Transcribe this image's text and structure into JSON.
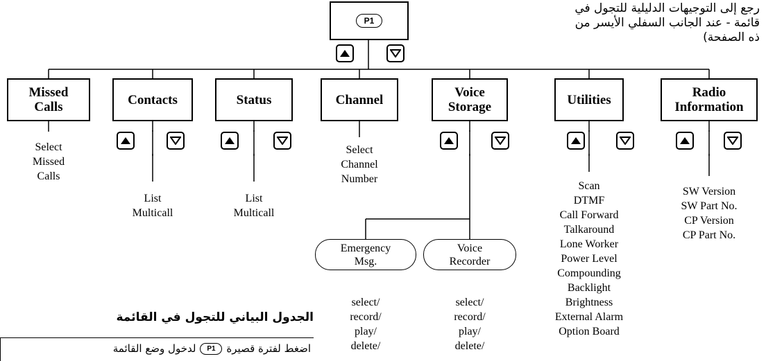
{
  "top_key": {
    "label": "P1"
  },
  "top_instructions": {
    "lines": [
      "رجع إلى التوجيهات الدليلية للتجول في",
      "قائمة - عند الجانب السفلي الأيسر من",
      "ذه الصفحة)"
    ]
  },
  "menus": [
    {
      "title": "Missed Calls",
      "items": [
        "Select",
        "Missed",
        "Calls"
      ]
    },
    {
      "title": "Contacts",
      "items": [
        "List",
        "Multicall"
      ]
    },
    {
      "title": "Status",
      "items": [
        "List",
        "Multicall"
      ]
    },
    {
      "title": "Channel",
      "items": [
        "Select",
        "Channel",
        "Number"
      ]
    },
    {
      "title": "Voice Storage"
    },
    {
      "title": "Utilities",
      "items": [
        "Scan",
        "DTMF",
        "Call Forward",
        "Talkaround",
        "Lone Worker",
        "Power Level",
        "Compounding",
        "Backlight",
        "Brightness",
        "External Alarm",
        "Option Board"
      ]
    },
    {
      "title": "Radio Information",
      "items": [
        "SW Version",
        "SW Part No.",
        "CP Version",
        "CP Part No."
      ]
    }
  ],
  "voice_storage": {
    "emergency": {
      "title": "Emergency Msg.",
      "actions": [
        "select/",
        "record/",
        "play/",
        "delete/"
      ]
    },
    "recorder": {
      "title": "Voice Recorder",
      "actions": [
        "select/",
        "record/",
        "play/",
        "delete/"
      ]
    }
  },
  "nav_chart": {
    "heading": "الجدول  البياني للتجول في القائمة",
    "instruction_before": "اضغط لفترة قصيرة",
    "instruction_after": "لدخول وضع القائمة",
    "key_label": "P1"
  }
}
